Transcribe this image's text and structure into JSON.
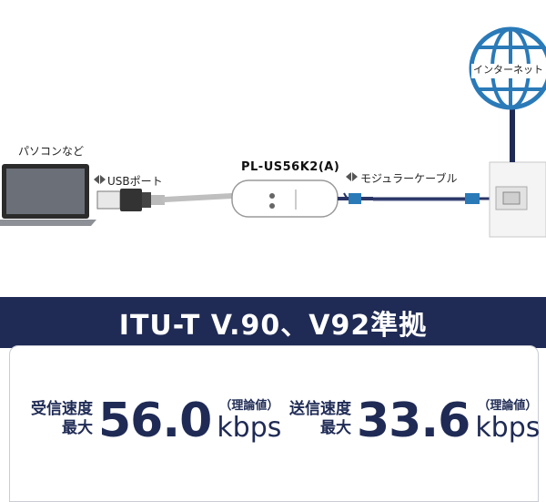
{
  "diagram": {
    "pc_label": "パソコンなど",
    "usb_label": "USBポート",
    "model_label": "PL-US56K2(A)",
    "modular_label": "モジュラーケーブル",
    "internet_label": "インターネット",
    "colors": {
      "navy": "#1f2b55",
      "cable": "#2a3566",
      "connector": "#2a7ab8"
    }
  },
  "banner": {
    "text": "ITU-T V.90、V92準拠"
  },
  "specs": [
    {
      "line1": "受信速度",
      "line2": "最大",
      "value": "56.0",
      "note": "（理論値）",
      "unit": "kbps"
    },
    {
      "line1": "送信速度",
      "line2": "最大",
      "value": "33.6",
      "note": "（理論値）",
      "unit": "kbps"
    }
  ]
}
